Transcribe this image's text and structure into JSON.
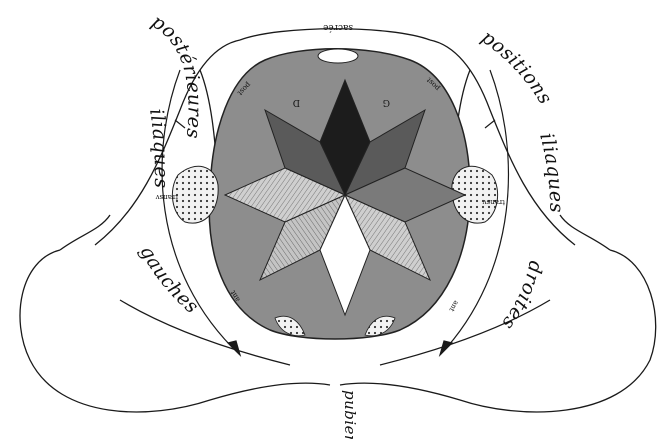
{
  "figure": {
    "background_color": "#ffffff",
    "ink_color": "#1a1a1a",
    "pelvis_fill": "#8d8d8d",
    "star_colors": {
      "top": "#1c1c1c",
      "dark_gray": "#555555",
      "mid_gray": "#7a7a7a",
      "light_hatched": "#c9c9c9",
      "bottom": "#ffffff"
    }
  },
  "labels": {
    "top": "sacrée",
    "bottom": "pubienne",
    "left_upper": "postérieures",
    "left_middle": "iliaques",
    "left_lower": "gauches",
    "right_upper": "positions",
    "right_middle": "iliaques",
    "right_lower": "droites",
    "small_post_left": "post",
    "small_post_right": "post",
    "small_ant_left": "ant",
    "small_ant_right": "ant",
    "small_transv_left": "transv",
    "small_transv_right": "transv",
    "marker_left": "D",
    "marker_right": "G"
  }
}
